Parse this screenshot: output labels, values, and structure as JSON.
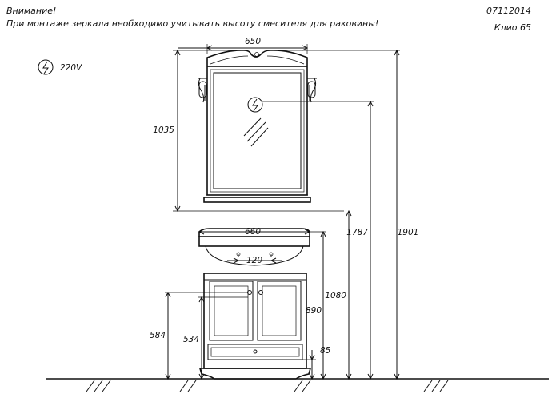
{
  "header": {
    "warning_title": "Внимание!",
    "warning_text": "При монтаже зеркала необходимо учитывать высоту смесителя для раковины!",
    "doc_code": "07112014",
    "model": "Клио  65"
  },
  "legend": {
    "voltage": "220V",
    "icon": "electrical-outlet-icon"
  },
  "dimensions": {
    "mirror_width": "650",
    "mirror_height": "1035",
    "vanity_width": "660",
    "tap_spacing": "120",
    "height_1901": "1901",
    "height_1787": "1787",
    "height_1080": "1080",
    "height_890": "890",
    "height_584": "584",
    "height_534": "534",
    "height_85": "85"
  }
}
